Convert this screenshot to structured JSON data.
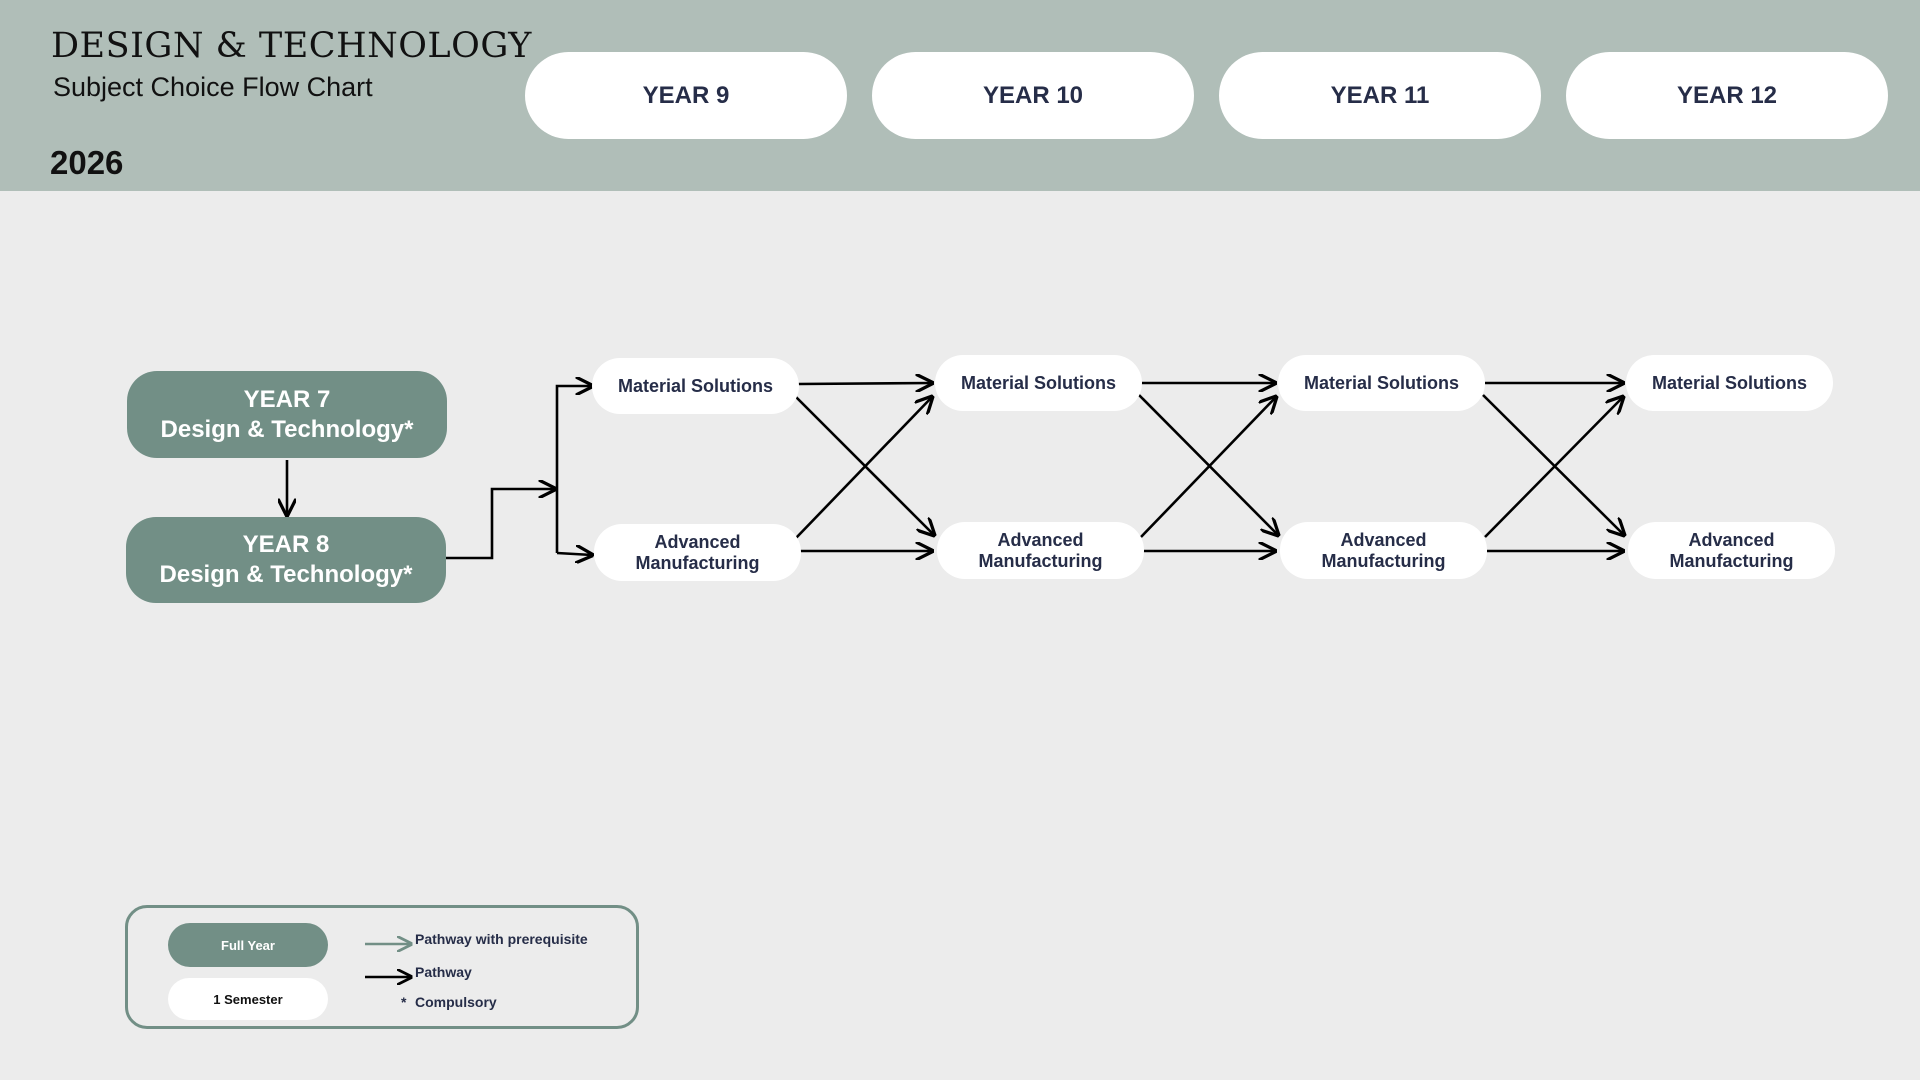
{
  "header": {
    "title": "DESIGN & TECHNOLOGY",
    "subtitle": "Subject Choice Flow Chart",
    "year": "2026",
    "columns": [
      "YEAR 9",
      "YEAR 10",
      "YEAR 11",
      "YEAR 12"
    ],
    "background_color": "#b0beb8"
  },
  "compulsory": {
    "year7": {
      "line1": "YEAR 7",
      "line2": "Design & Technology*"
    },
    "year8": {
      "line1": "YEAR 8",
      "line2": "Design & Technology*"
    }
  },
  "pathway_columns": [
    {
      "year": "YEAR 9",
      "option1": "Material Solutions",
      "option2_line1": "Advanced",
      "option2_line2": "Manufacturing"
    },
    {
      "year": "YEAR 10",
      "option1": "Material Solutions",
      "option2_line1": "Advanced",
      "option2_line2": "Manufacturing"
    },
    {
      "year": "YEAR 11",
      "option1": "Material Solutions",
      "option2_line1": "Advanced",
      "option2_line2": "Manufacturing"
    },
    {
      "year": "YEAR 12",
      "option1": "Material Solutions",
      "option2_line1": "Advanced",
      "option2_line2": "Manufacturing"
    }
  ],
  "legend": {
    "full_year": "Full Year",
    "semester": "1 Semester",
    "prereq": "Pathway with prerequisite",
    "pathway": "Pathway",
    "star": "*",
    "compulsory": "Compulsory"
  },
  "colors": {
    "full_year_box": "#728f86",
    "semester_box": "#ffffff",
    "text_dark": "#262d48",
    "pathway_arrow": "#000000",
    "prerequisite_arrow": "#728f86"
  }
}
